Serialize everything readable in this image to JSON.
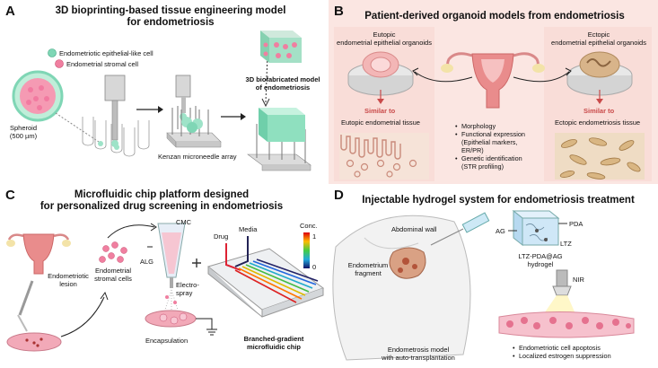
{
  "panel_a": {
    "letter": "A",
    "title_line1": "3D bioprinting-based tissue engineering model",
    "title_line2": "for endometriosis",
    "legend_epithelial": "Endometriotic epithelial-like cell",
    "legend_stromal": "Endometrial stromal cell",
    "spheroid_label": "Spheroid",
    "spheroid_size": "(500 µm)",
    "model_label_line1": "3D biofabricated model",
    "model_label_line2": "of endometriosis",
    "array_label": "Kenzan microneedle array"
  },
  "panel_b": {
    "letter": "B",
    "title": "Patient-derived organoid models from endometriosis",
    "eutopic_line1": "Eutopic",
    "eutopic_line2": "endometrial epithelial organoids",
    "ectopic_line1": "Ectopic",
    "ectopic_line2": "endometrial epithelial organoids",
    "similar_left": "Similar to",
    "similar_right": "Similar to",
    "eutopic_tissue": "Eutopic endometrial tissue",
    "ectopic_tissue": "Ectopic endometriosis tissue",
    "bullets": [
      "Morphology",
      "Functional expression",
      "(Epithelial markers,",
      "ER/PR)",
      "Genetic identification",
      "(STR profiling)"
    ]
  },
  "panel_c": {
    "letter": "C",
    "title_line1": "Microfluidic chip platform designed",
    "title_line2": "for personalized drug screening in endometriosis",
    "lesion_line1": "Endometriotic",
    "lesion_line2": "lesion",
    "stromal_line1": "Endometrial",
    "stromal_line2": "stromal cells",
    "alg": "ALG",
    "cmc": "CMC",
    "electro_line1": "Electro-",
    "electro_line2": "spray",
    "encapsulation": "Encapsulation",
    "drug": "Drug",
    "media": "Media",
    "conc": "Conc.",
    "scale_max": "1",
    "scale_min": "0",
    "chip_line1": "Branched-gradient",
    "chip_line2": "microfluidic chip"
  },
  "panel_d": {
    "letter": "D",
    "title": "Injectable hydrogel system for endometriosis treatment",
    "abdominal_wall": "Abdominal wall",
    "fragment_line1": "Endometrium",
    "fragment_line2": "fragment",
    "ag": "AG",
    "pda": "PDA",
    "ltz": "LTZ",
    "hydrogel_line1": "LTZ-PDA@AG",
    "hydrogel_line2": "hydrogel",
    "nir": "NIR",
    "model_line1": "Endometrosis model",
    "model_line2": "with auto-transplantation",
    "bullets": [
      "Endometriotic cell apoptosis",
      "Localized estrogen suppression"
    ]
  },
  "colors": {
    "panel_b_bg": "#fbe6e2",
    "epithelial_cell": "#7fd6b5",
    "stromal_cell": "#f07fa0",
    "similar_text": "#c94a4a"
  }
}
